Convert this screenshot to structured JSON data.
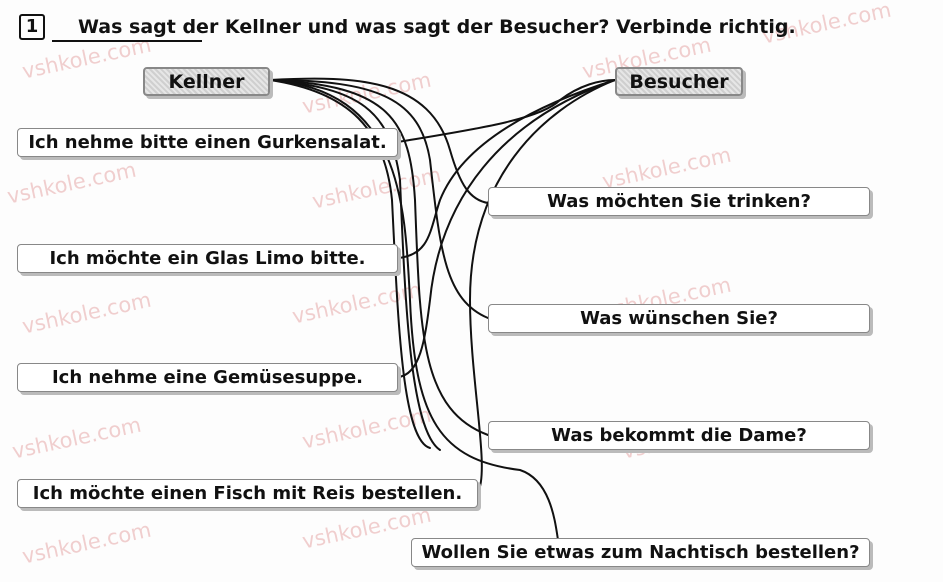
{
  "task": {
    "number": "1",
    "instruction": "Was sagt der Kellner und was sagt der Besucher? Verbinde richtig."
  },
  "roles": {
    "kellner": "Kellner",
    "besucher": "Besucher"
  },
  "left_statements": [
    "Ich nehme bitte einen Gurkensalat.",
    "Ich möchte ein Glas Limo bitte.",
    "Ich nehme eine Gemüsesuppe.",
    "Ich möchte einen Fisch mit Reis bestellen."
  ],
  "right_statements": [
    "Was möchten Sie trinken?",
    "Was wünschen Sie?",
    "Was bekommt die Dame?",
    "Wollen Sie etwas zum Nachtisch bestellen?"
  ],
  "watermark": "vshkole.com",
  "line_color": "#111111"
}
